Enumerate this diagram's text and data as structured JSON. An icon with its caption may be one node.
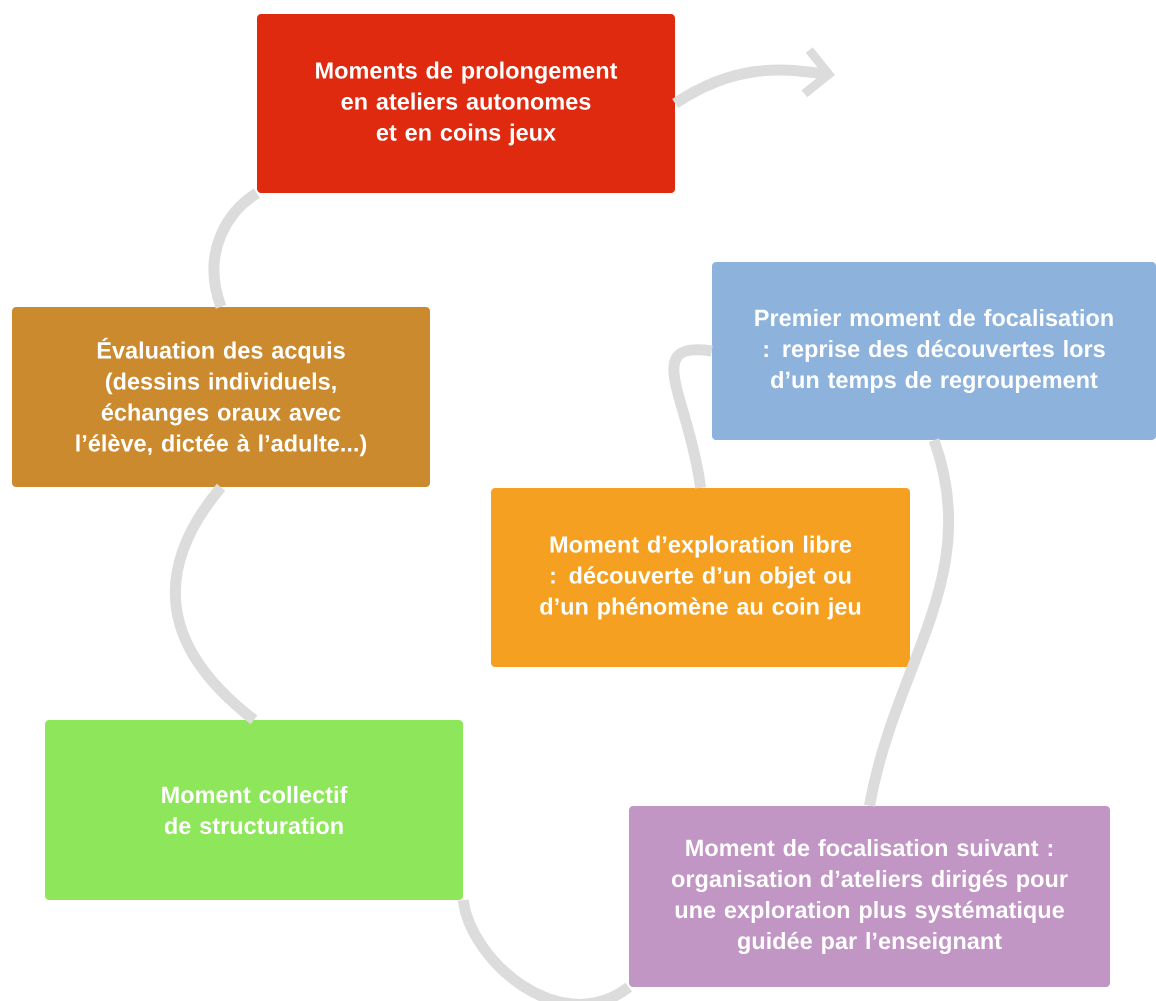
{
  "diagram": {
    "nodes": [
      {
        "text": [
          "Moments de prolongement en ateliers autonomes et en coins jeux"
        ]
      },
      {
        "text": [
          "Premier moment de focalisation : reprise des découvertes lors d’un temps de regroupement"
        ]
      },
      {
        "text": [
          "Évaluation des acquis (dessins individuels, échanges oraux avec l’élève, dictée à l’adulte...)"
        ]
      },
      {
        "text": [
          "Moment d’exploration libre : découverte d’un objet ou d’un phénomène au coin jeu"
        ]
      },
      {
        "text": [
          "Moment collectif de structuration"
        ]
      },
      {
        "text": [
          "Moment de focalisation suivant : organisation d’ateliers dirigés pour une exploration plus systématique guidée par l’enseignant"
        ]
      }
    ],
    "edges": [
      {
        "from": 3,
        "to": 1,
        "arrow": "none"
      },
      {
        "from": 1,
        "to": 5,
        "arrow": "none"
      },
      {
        "from": 5,
        "to": 4,
        "arrow": "none"
      },
      {
        "from": 4,
        "to": 2,
        "arrow": "none"
      },
      {
        "from": 2,
        "to": 0,
        "arrow": "none"
      },
      {
        "from": 0,
        "to": null,
        "arrow": "to"
      }
    ]
  }
}
